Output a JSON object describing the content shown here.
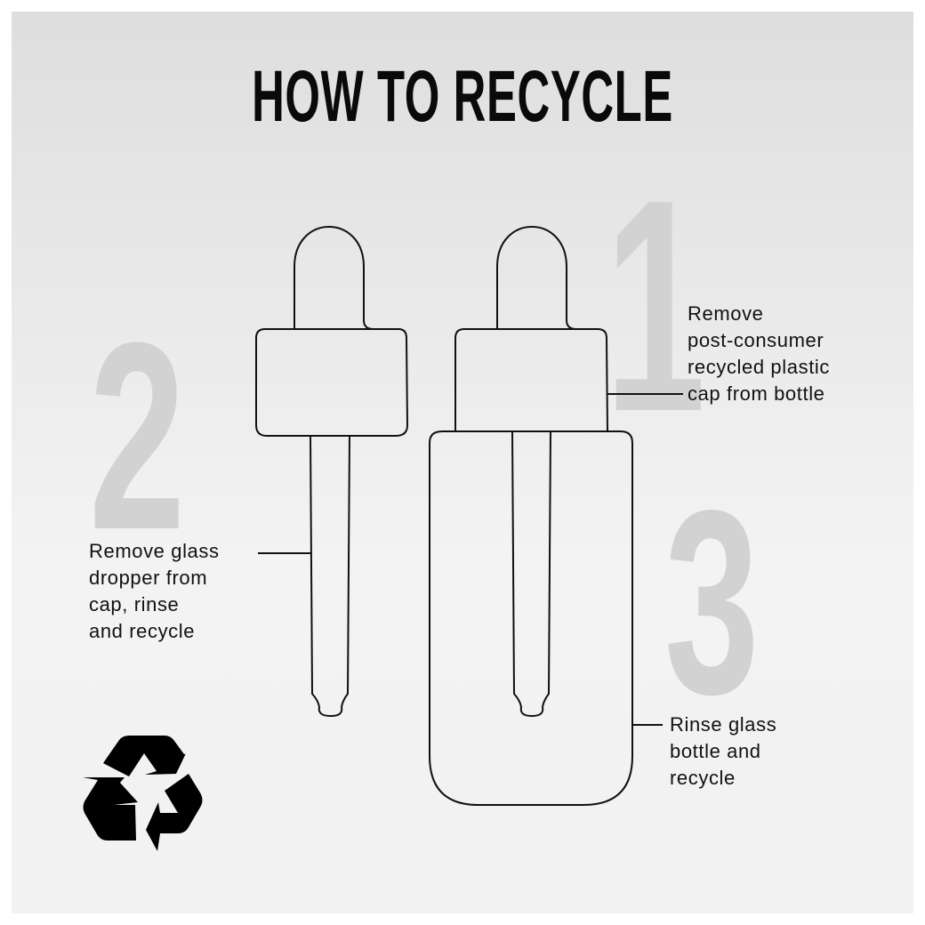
{
  "title": "HOW TO RECYCLE",
  "steps": [
    {
      "number": "1",
      "lines": [
        "Remove",
        "post-consumer",
        "recycled plastic",
        "cap from bottle"
      ]
    },
    {
      "number": "2",
      "lines": [
        "Remove glass",
        "dropper from",
        "cap, rinse",
        "and recycle"
      ]
    },
    {
      "number": "3",
      "lines": [
        "Rinse glass",
        "bottle and",
        "recycle"
      ]
    }
  ],
  "icon": "recycle-icon"
}
